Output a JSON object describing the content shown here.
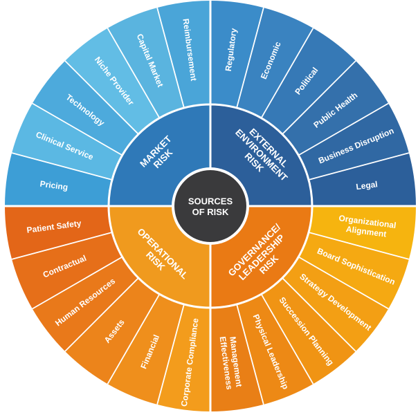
{
  "center": {
    "lines": [
      "SOURCES",
      "OF RISK"
    ]
  },
  "quadrants": [
    {
      "id": "market",
      "lines": [
        "MARKET",
        "RISK"
      ],
      "color": "#2f79b8",
      "segment_colors": [
        "#3d9ed6",
        "#5bb8e3",
        "#4daadc",
        "#62bde5",
        "#5ab4df",
        "#4aa5d8"
      ],
      "items": [
        "Pricing",
        "Clinical Service",
        "Technology",
        "Niche Provider",
        "Capital Market",
        "Reimbursement"
      ]
    },
    {
      "id": "external",
      "lines": [
        "EXTERNAL",
        "ENVIRONMENT",
        "RISK"
      ],
      "color": "#2c5f9a",
      "segment_colors": [
        "#3b8cc9",
        "#3a83c0",
        "#3679b6",
        "#3470ab",
        "#3068a3",
        "#2c5f9a"
      ],
      "items": [
        "Regulatory",
        "Economic",
        "Political",
        "Public Health",
        "Business Disruption",
        "Legal"
      ]
    },
    {
      "id": "governance",
      "lines": [
        "GOVERNANCE/",
        "LEADERSHIP",
        "RISK"
      ],
      "color": "#ea7a14",
      "segment_colors": [
        "#f6b40f",
        "#f5a912",
        "#f39f14",
        "#f09414",
        "#ed8915",
        "#e97f16"
      ],
      "items": [
        "Organizational Alignment",
        "Board Sophistication",
        "Strategy Development",
        "Succession Planning",
        "Physical Leadership",
        "Management Effectiveness"
      ]
    },
    {
      "id": "operational",
      "lines": [
        "OPERATIONAL",
        "RISK"
      ],
      "color": "#f09a1e",
      "segment_colors": [
        "#f39c1c",
        "#ef8f1c",
        "#ec841b",
        "#e9791a",
        "#e66f19",
        "#e36618"
      ],
      "items": [
        "Corporate Compliance",
        "Financial",
        "Assets",
        "Human Resources",
        "Contractual",
        "Patient Safety"
      ]
    }
  ]
}
